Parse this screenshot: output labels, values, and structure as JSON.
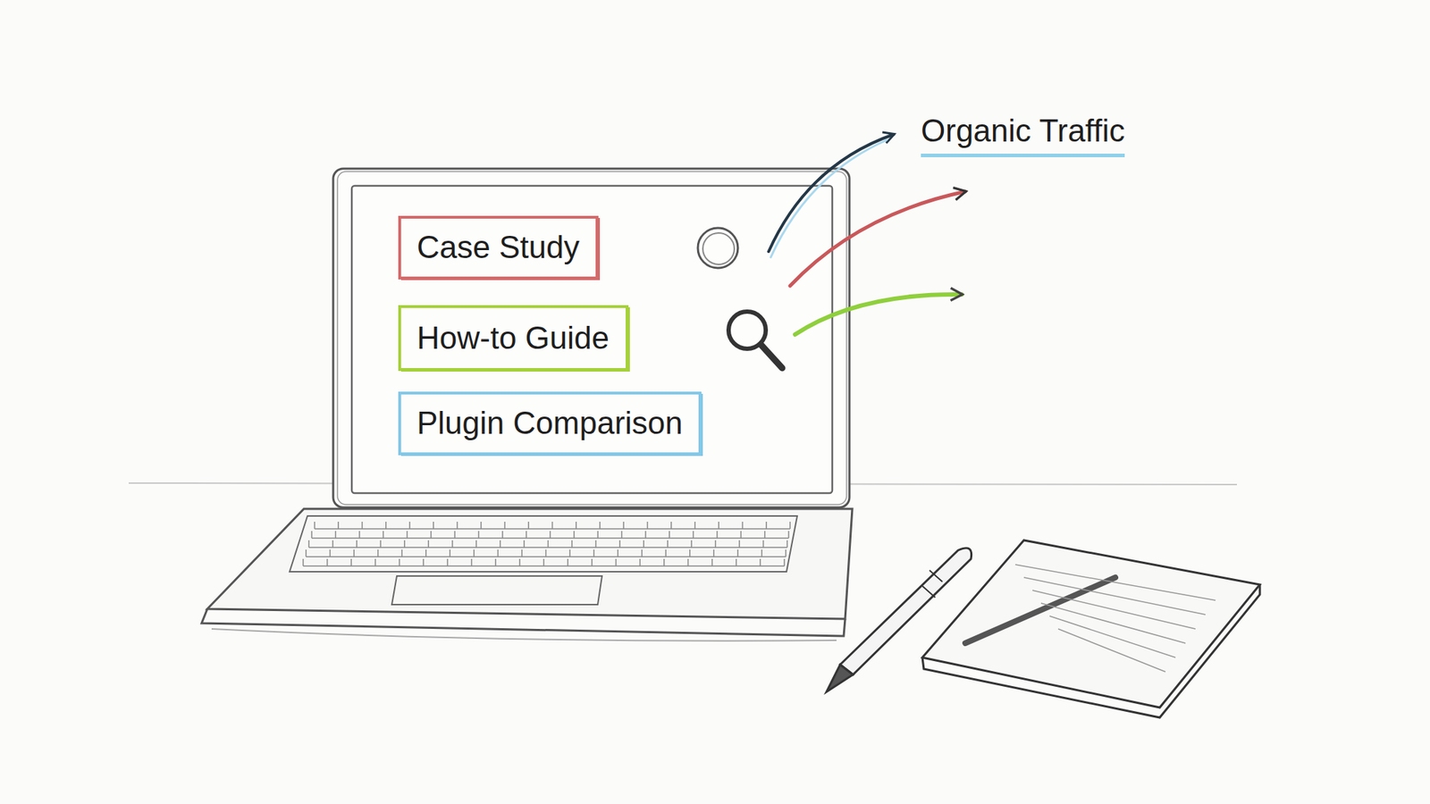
{
  "diagram": {
    "nodes": [
      {
        "text": [
          "Case Study"
        ]
      },
      {
        "text": [
          "How-to Guide"
        ]
      },
      {
        "text": [
          "Plugin Comparison"
        ]
      }
    ],
    "labels": [
      "Organic Traffic"
    ]
  }
}
